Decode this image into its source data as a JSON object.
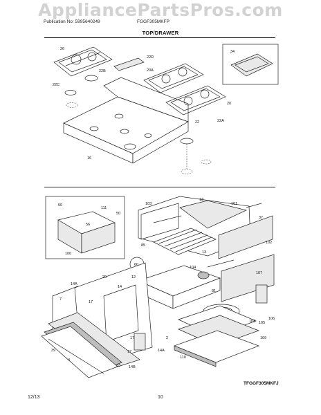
{
  "watermark": "AppliancePartsPros.com",
  "header": {
    "publication": "Publication No: 5995640249",
    "model": "FGGF305MKFP"
  },
  "section_title": "TOP/DRAWER",
  "drawing_code": "TFGGF305MKFJ",
  "footer": {
    "date": "12/13",
    "page": "10"
  },
  "top_labels": [
    "26",
    "22D",
    "22B",
    "20A",
    "22C",
    "34",
    "20",
    "22",
    "22A",
    "16"
  ],
  "bottom_labels": [
    "50",
    "111",
    "50",
    "56",
    "100",
    "103",
    "13",
    "101",
    "37",
    "85",
    "102",
    "13",
    "60",
    "12",
    "104",
    "14A",
    "7",
    "39",
    "4",
    "33",
    "14B",
    "17",
    "14",
    "29",
    "17",
    "17",
    "14A",
    "2",
    "81",
    "107",
    "105",
    "106",
    "108",
    "109",
    "110"
  ]
}
